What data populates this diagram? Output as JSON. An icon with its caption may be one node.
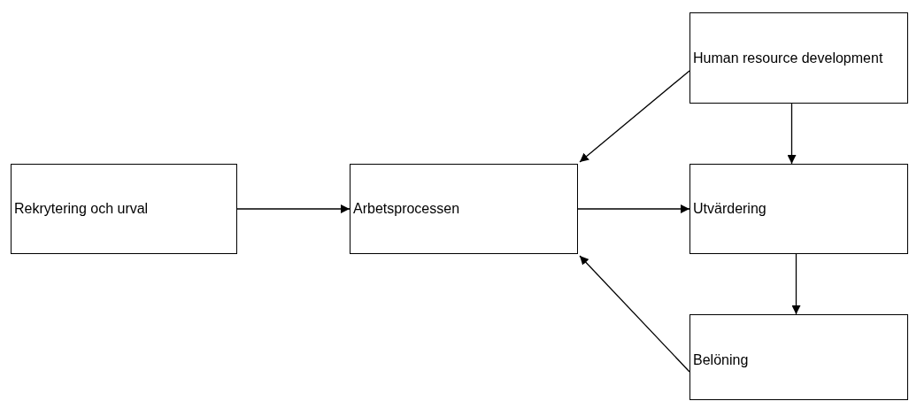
{
  "diagram": {
    "nodes": [
      {
        "text": [
          "Rekrytering och urval"
        ]
      },
      {
        "text": [
          "Arbetsprocessen"
        ]
      },
      {
        "text": [
          "Human resource development"
        ]
      },
      {
        "text": [
          "Utvärdering"
        ]
      },
      {
        "text": [
          "Belöning"
        ]
      }
    ],
    "edges": [
      {
        "from": 0,
        "to": 1,
        "arrow": "to"
      },
      {
        "from": 1,
        "to": 3,
        "arrow": "to"
      },
      {
        "from": 2,
        "to": 1,
        "arrow": "to"
      },
      {
        "from": 2,
        "to": 3,
        "arrow": "to"
      },
      {
        "from": 3,
        "to": 4,
        "arrow": "to"
      },
      {
        "from": 4,
        "to": 1,
        "arrow": "to"
      }
    ]
  }
}
